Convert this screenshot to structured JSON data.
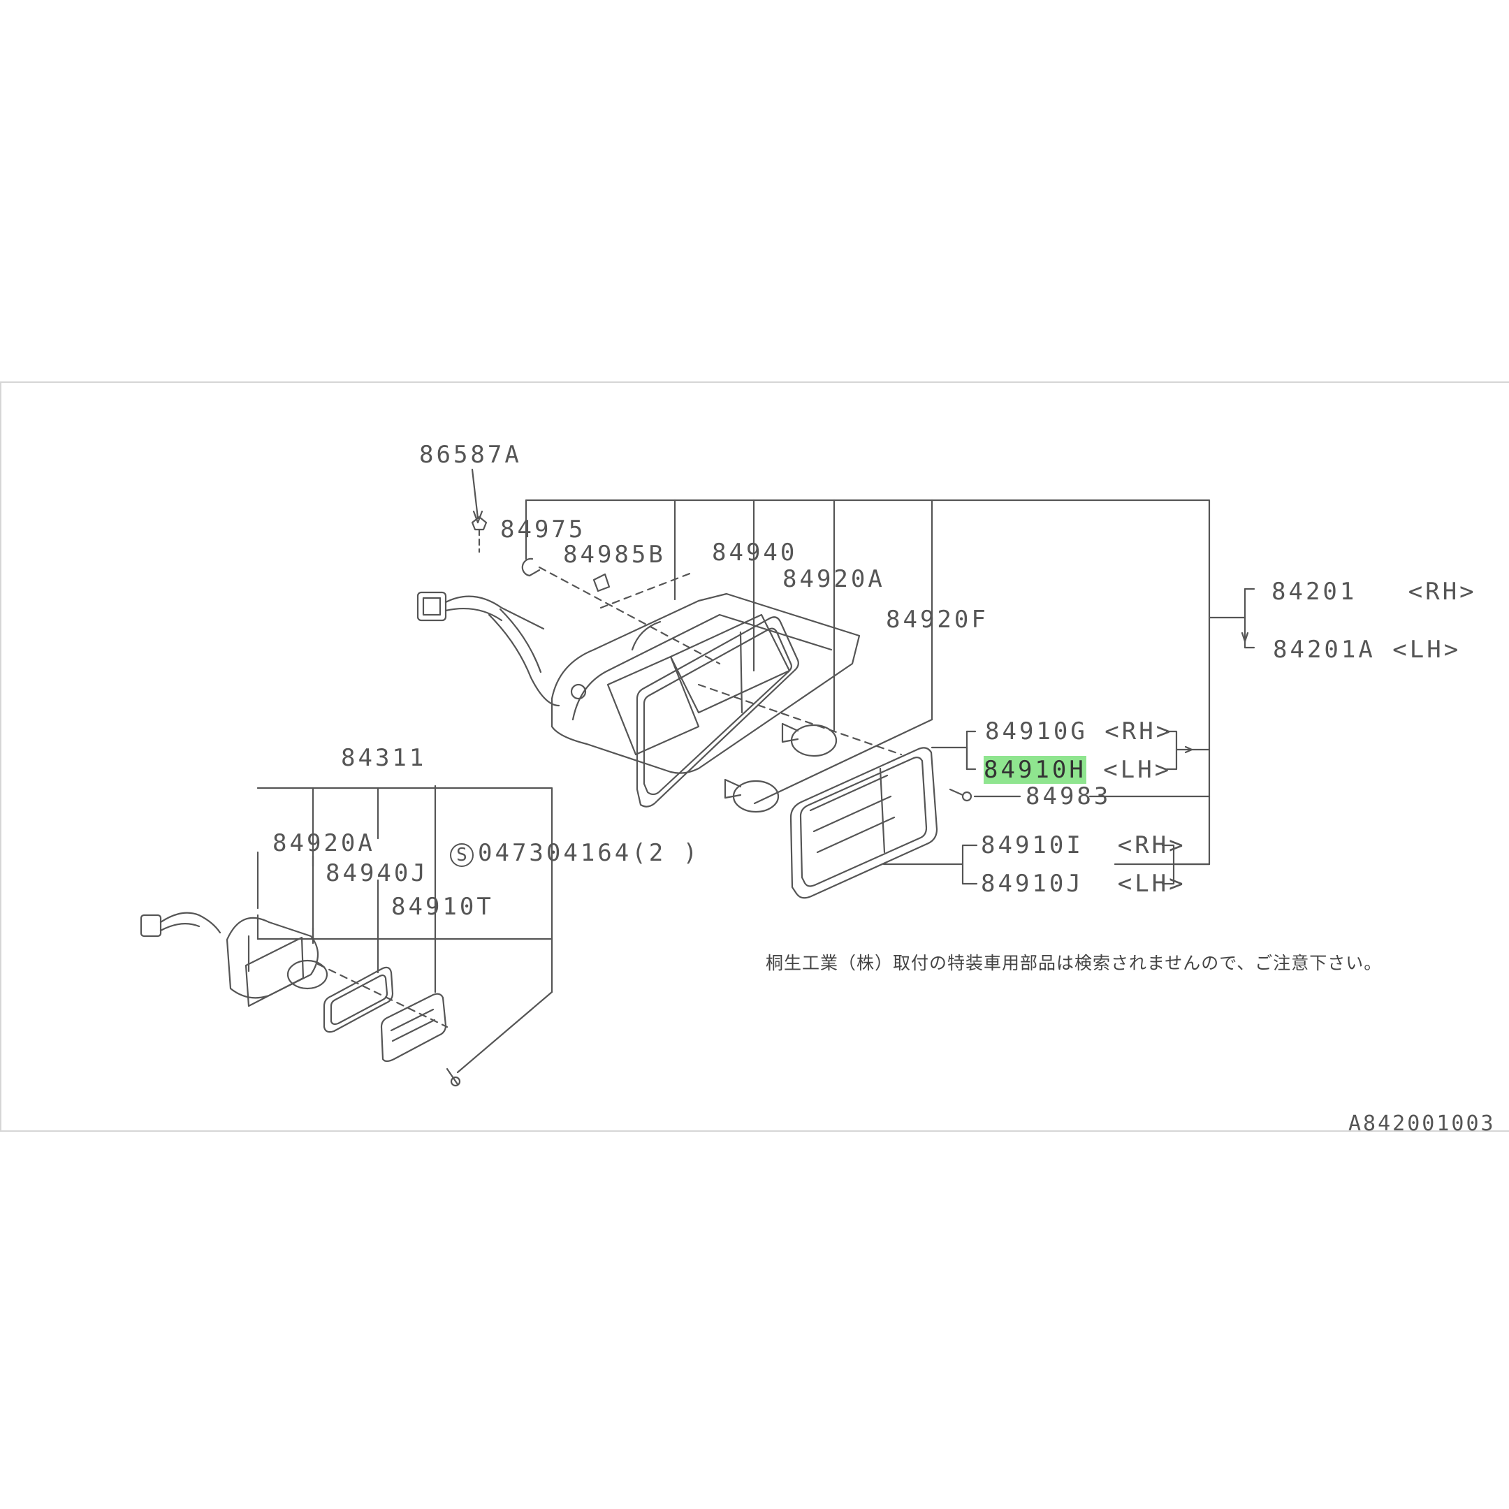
{
  "labels": {
    "p86587A": "86587A",
    "p84975": "84975",
    "p84985B": "84985B",
    "p84940": "84940",
    "p84920A_top": "84920A",
    "p84920F": "84920F",
    "p84201": "84201   <RH>",
    "p84201A": "84201A <LH>",
    "p84910G": "84910G <RH>",
    "p84910H_code": "84910H",
    "p84910H_side": " <LH>",
    "p84983": "84983",
    "p84910I": "84910I  <RH>",
    "p84910J": "84910J  <LH>",
    "p84311": "84311",
    "p84920A_low": "84920A",
    "p84940J": "84940J",
    "p84910T": "84910T",
    "screw_symbol": "S",
    "screw_code": "047304164(2 )",
    "note": "桐生工業（株）取付の特装車用部品は検索されませんので、ご注意下さい。",
    "figure_id": "A842001003"
  },
  "highlight_color": "#8fe58f"
}
